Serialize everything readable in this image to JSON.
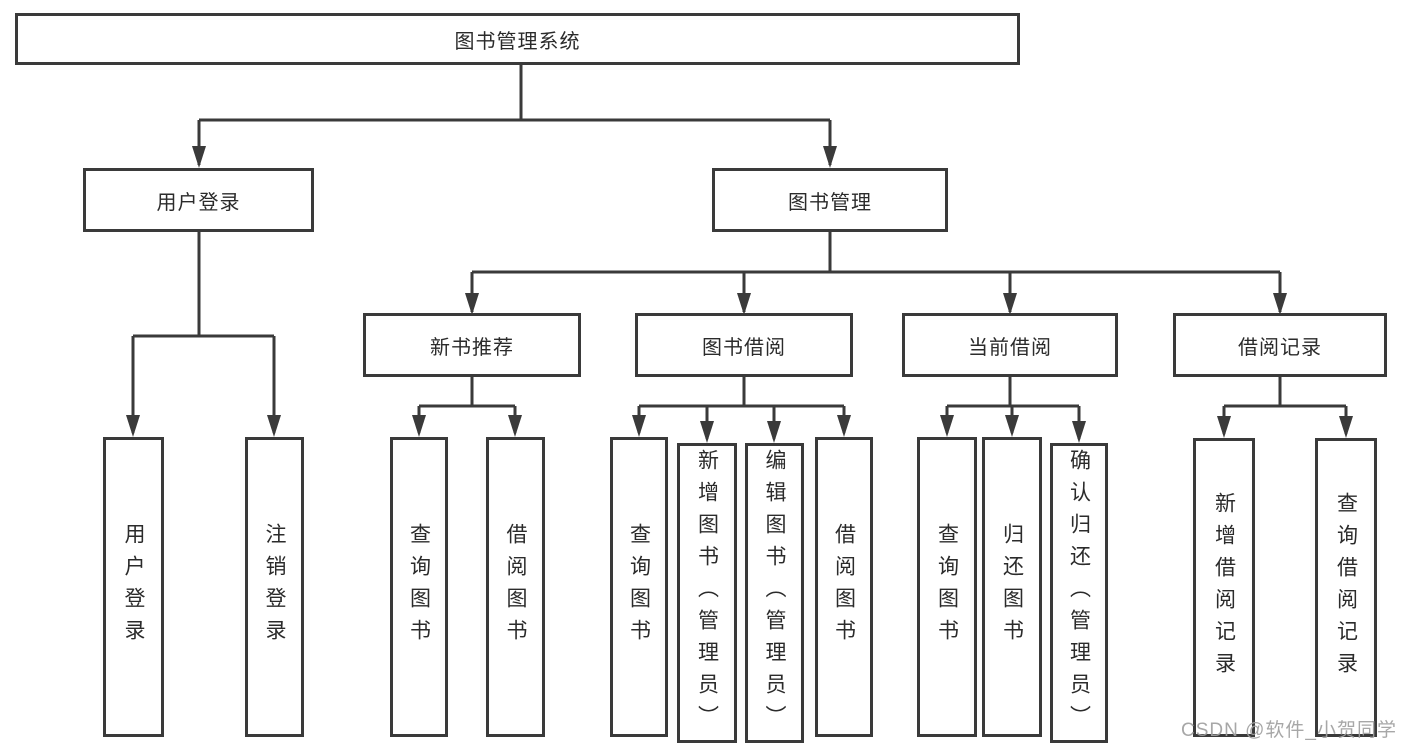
{
  "diagram": {
    "root": {
      "label": "图书管理系统",
      "children": [
        {
          "label": "用户登录",
          "children": [
            {
              "label": "用户登录"
            },
            {
              "label": "注销登录"
            }
          ]
        },
        {
          "label": "图书管理",
          "children": [
            {
              "label": "新书推荐",
              "children": [
                {
                  "label": "查询图书"
                },
                {
                  "label": "借阅图书"
                }
              ]
            },
            {
              "label": "图书借阅",
              "children": [
                {
                  "label": "查询图书"
                },
                {
                  "label": "新增图书（管理员）"
                },
                {
                  "label": "编辑图书（管理员）"
                },
                {
                  "label": "借阅图书"
                }
              ]
            },
            {
              "label": "当前借阅",
              "children": [
                {
                  "label": "查询图书"
                },
                {
                  "label": "归还图书"
                },
                {
                  "label": "确认归还（管理员）"
                }
              ]
            },
            {
              "label": "借阅记录",
              "children": [
                {
                  "label": "新增借阅记录"
                },
                {
                  "label": "查询借阅记录"
                }
              ]
            }
          ]
        }
      ]
    }
  },
  "watermark": {
    "text": "CSDN @软件_小贺同学"
  },
  "colors": {
    "line": "#3a3a3a",
    "box_bg": "#ffffff",
    "text": "#2b2b2b",
    "watermark": "#a0a0a0",
    "background": "#ffffff"
  }
}
